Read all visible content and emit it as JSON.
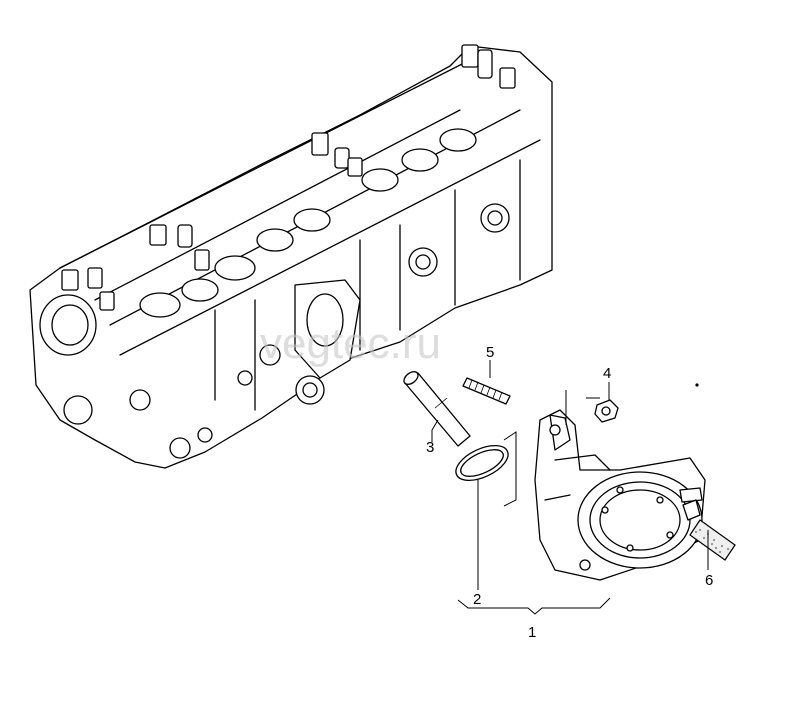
{
  "watermark": {
    "text": "vegtec.ru"
  },
  "callouts": [
    {
      "id": "1",
      "text": "1"
    },
    {
      "id": "2",
      "text": "2"
    },
    {
      "id": "3",
      "text": "3"
    },
    {
      "id": "4",
      "text": "4"
    },
    {
      "id": "5",
      "text": "5"
    },
    {
      "id": "6",
      "text": "6"
    }
  ],
  "colors": {
    "line": "#000000",
    "background": "#ffffff",
    "watermark": "#c8c8c8"
  }
}
